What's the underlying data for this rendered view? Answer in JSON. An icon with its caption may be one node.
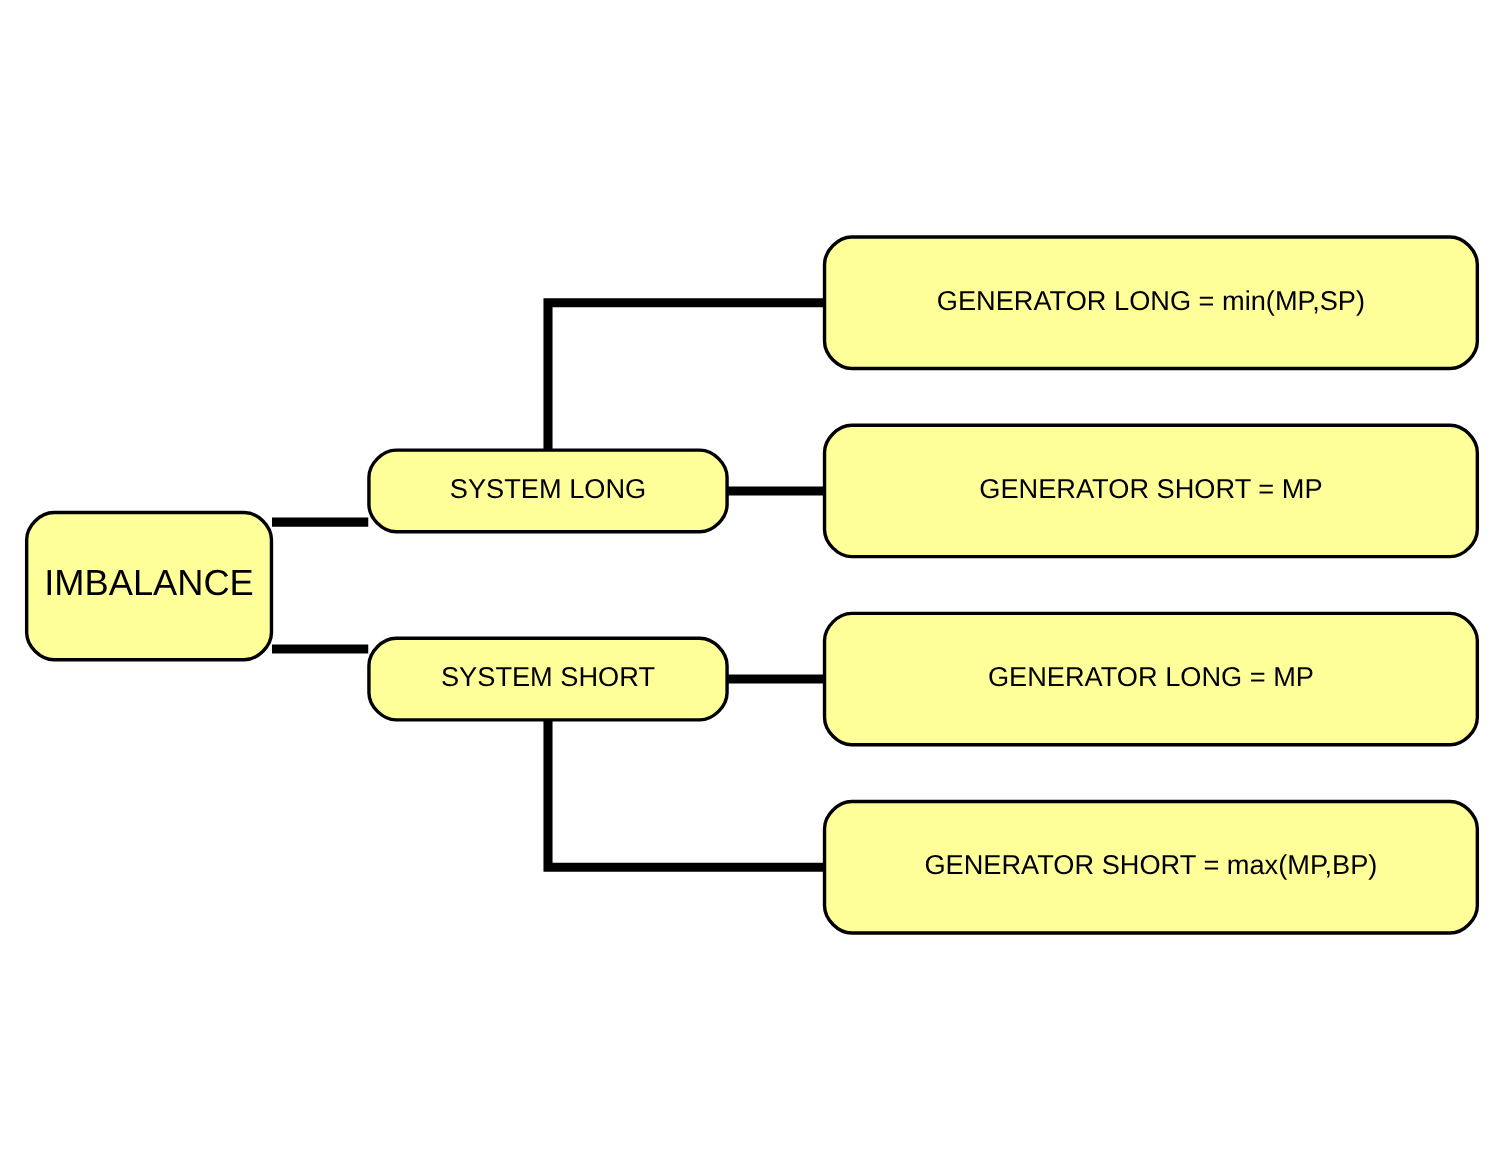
{
  "diagram": {
    "nodes": [
      {
        "text": [
          "IMBALANCE"
        ]
      },
      {
        "text": [
          "SYSTEM LONG"
        ]
      },
      {
        "text": [
          "GENERATOR LONG = min(MP,SP)"
        ]
      },
      {
        "text": [
          "GENERATOR SHORT = MP"
        ]
      },
      {
        "text": [
          "SYSTEM SHORT"
        ]
      },
      {
        "text": [
          "GENERATOR LONG = MP"
        ]
      },
      {
        "text": [
          "GENERATOR SHORT = max(MP,BP)"
        ]
      }
    ],
    "edges": [
      {
        "from": 0,
        "to": 1,
        "arrow": "none"
      },
      {
        "from": 0,
        "to": 4,
        "arrow": "none"
      },
      {
        "from": 1,
        "to": 2,
        "arrow": "none"
      },
      {
        "from": 1,
        "to": 3,
        "arrow": "none"
      },
      {
        "from": 4,
        "to": 5,
        "arrow": "none"
      },
      {
        "from": 4,
        "to": 6,
        "arrow": "none"
      }
    ]
  }
}
